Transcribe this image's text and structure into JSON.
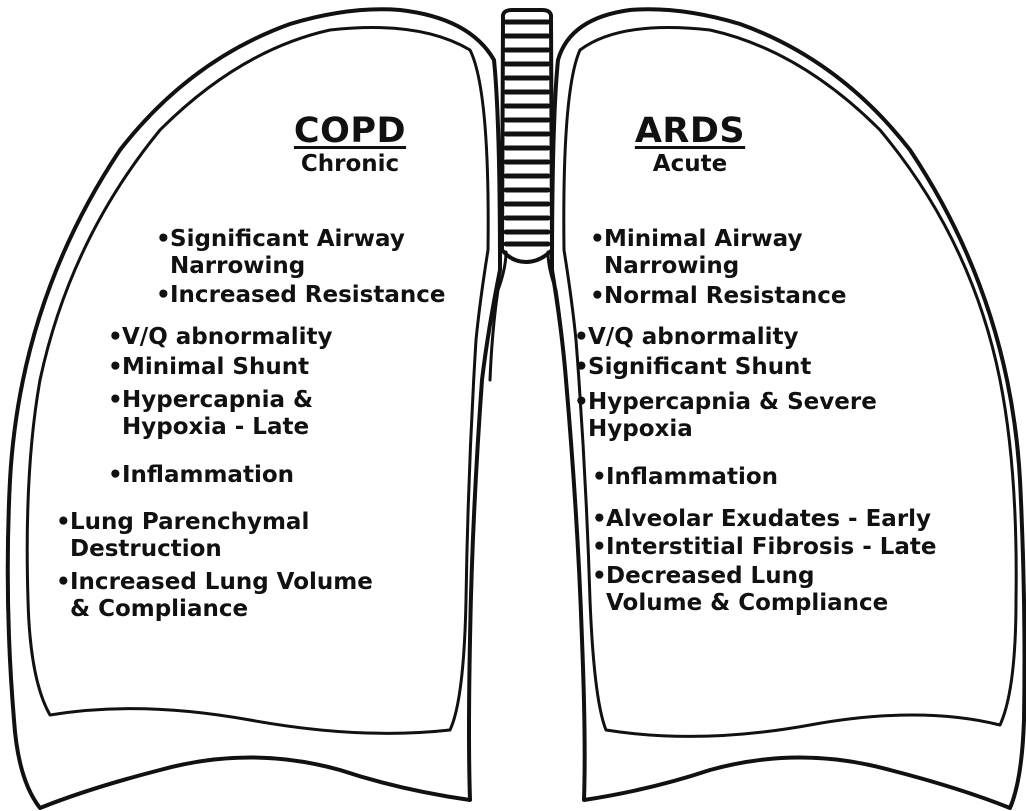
{
  "left": {
    "title": "COPD",
    "subtitle": "Chronic",
    "items": [
      [
        "Significant Airway",
        "Narrowing"
      ],
      [
        "Increased Resistance"
      ],
      [
        "V/Q abnormality"
      ],
      [
        "Minimal Shunt"
      ],
      [
        "Hypercapnia &",
        "Hypoxia - Late"
      ],
      [
        "Inflammation"
      ],
      [
        "Lung Parenchymal",
        "Destruction"
      ],
      [
        "Increased Lung Volume",
        "& Compliance"
      ]
    ]
  },
  "right": {
    "title": "ARDS",
    "subtitle": "Acute",
    "items": [
      [
        "Minimal Airway",
        "Narrowing"
      ],
      [
        "Normal Resistance"
      ],
      [
        "V/Q abnormality"
      ],
      [
        "Significant Shunt"
      ],
      [
        "Hypercapnia & Severe",
        "Hypoxia"
      ],
      [
        "Inflammation"
      ],
      [
        "Alveolar Exudates - Early"
      ],
      [
        "Interstitial Fibrosis - Late"
      ],
      [
        "Decreased Lung",
        "Volume & Compliance"
      ]
    ]
  },
  "colors": {
    "ink": "#111111",
    "background": "#ffffff"
  },
  "icons": {
    "bullet": "bullet-dot"
  }
}
